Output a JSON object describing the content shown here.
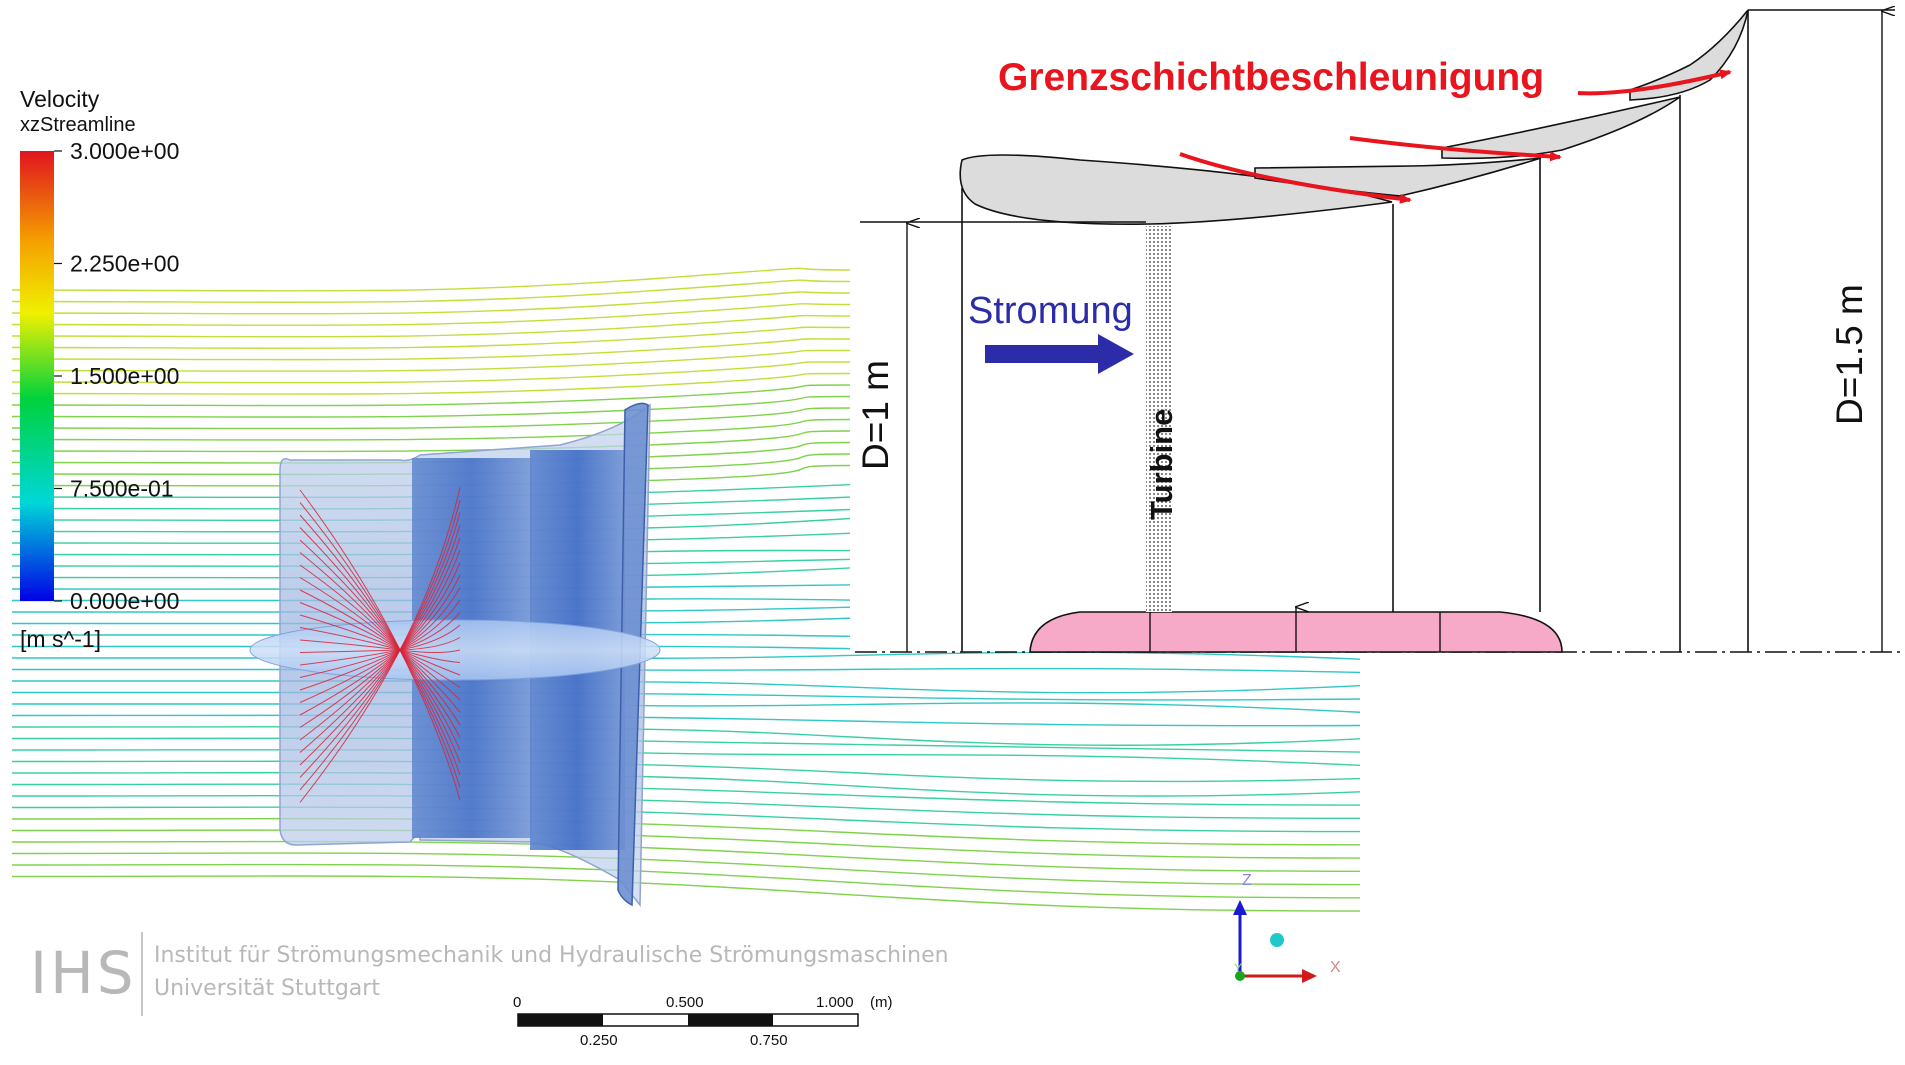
{
  "legend": {
    "variable": "Velocity",
    "location": "xzStreamline",
    "ticks": [
      "3.000e+00",
      "2.250e+00",
      "1.500e+00",
      "7.500e-01",
      "0.000e+00"
    ],
    "unit": "[m s^-1]",
    "colors": [
      "#e0141e",
      "#f5a000",
      "#f0f000",
      "#00d23c",
      "#00d7d7",
      "#0000e6"
    ]
  },
  "logo": {
    "abbr": "IHS",
    "institute": "Institut für Strömungsmechanik und Hydraulische Strömungsmaschinen",
    "university": "Universität Stuttgart"
  },
  "scale_bar": {
    "top_labels": [
      "0",
      "0.500",
      "1.000"
    ],
    "unit": "(m)",
    "bottom_labels": [
      "0.250",
      "0.750"
    ]
  },
  "axes": {
    "z": "Z",
    "x": "X",
    "y": "Y"
  },
  "diagram": {
    "title": "Grenzschichtbeschleunigung",
    "flow_label": "Stromung",
    "turbine_label": "Turbine",
    "inlet_diameter": "D=1 m",
    "outlet_diameter": "D=1.5 m",
    "colors": {
      "arrow_red": "#e8141e",
      "arrow_blue": "#2c2ca8",
      "hub": "#f7a9c8",
      "shroud": "#dcdcdc"
    }
  }
}
